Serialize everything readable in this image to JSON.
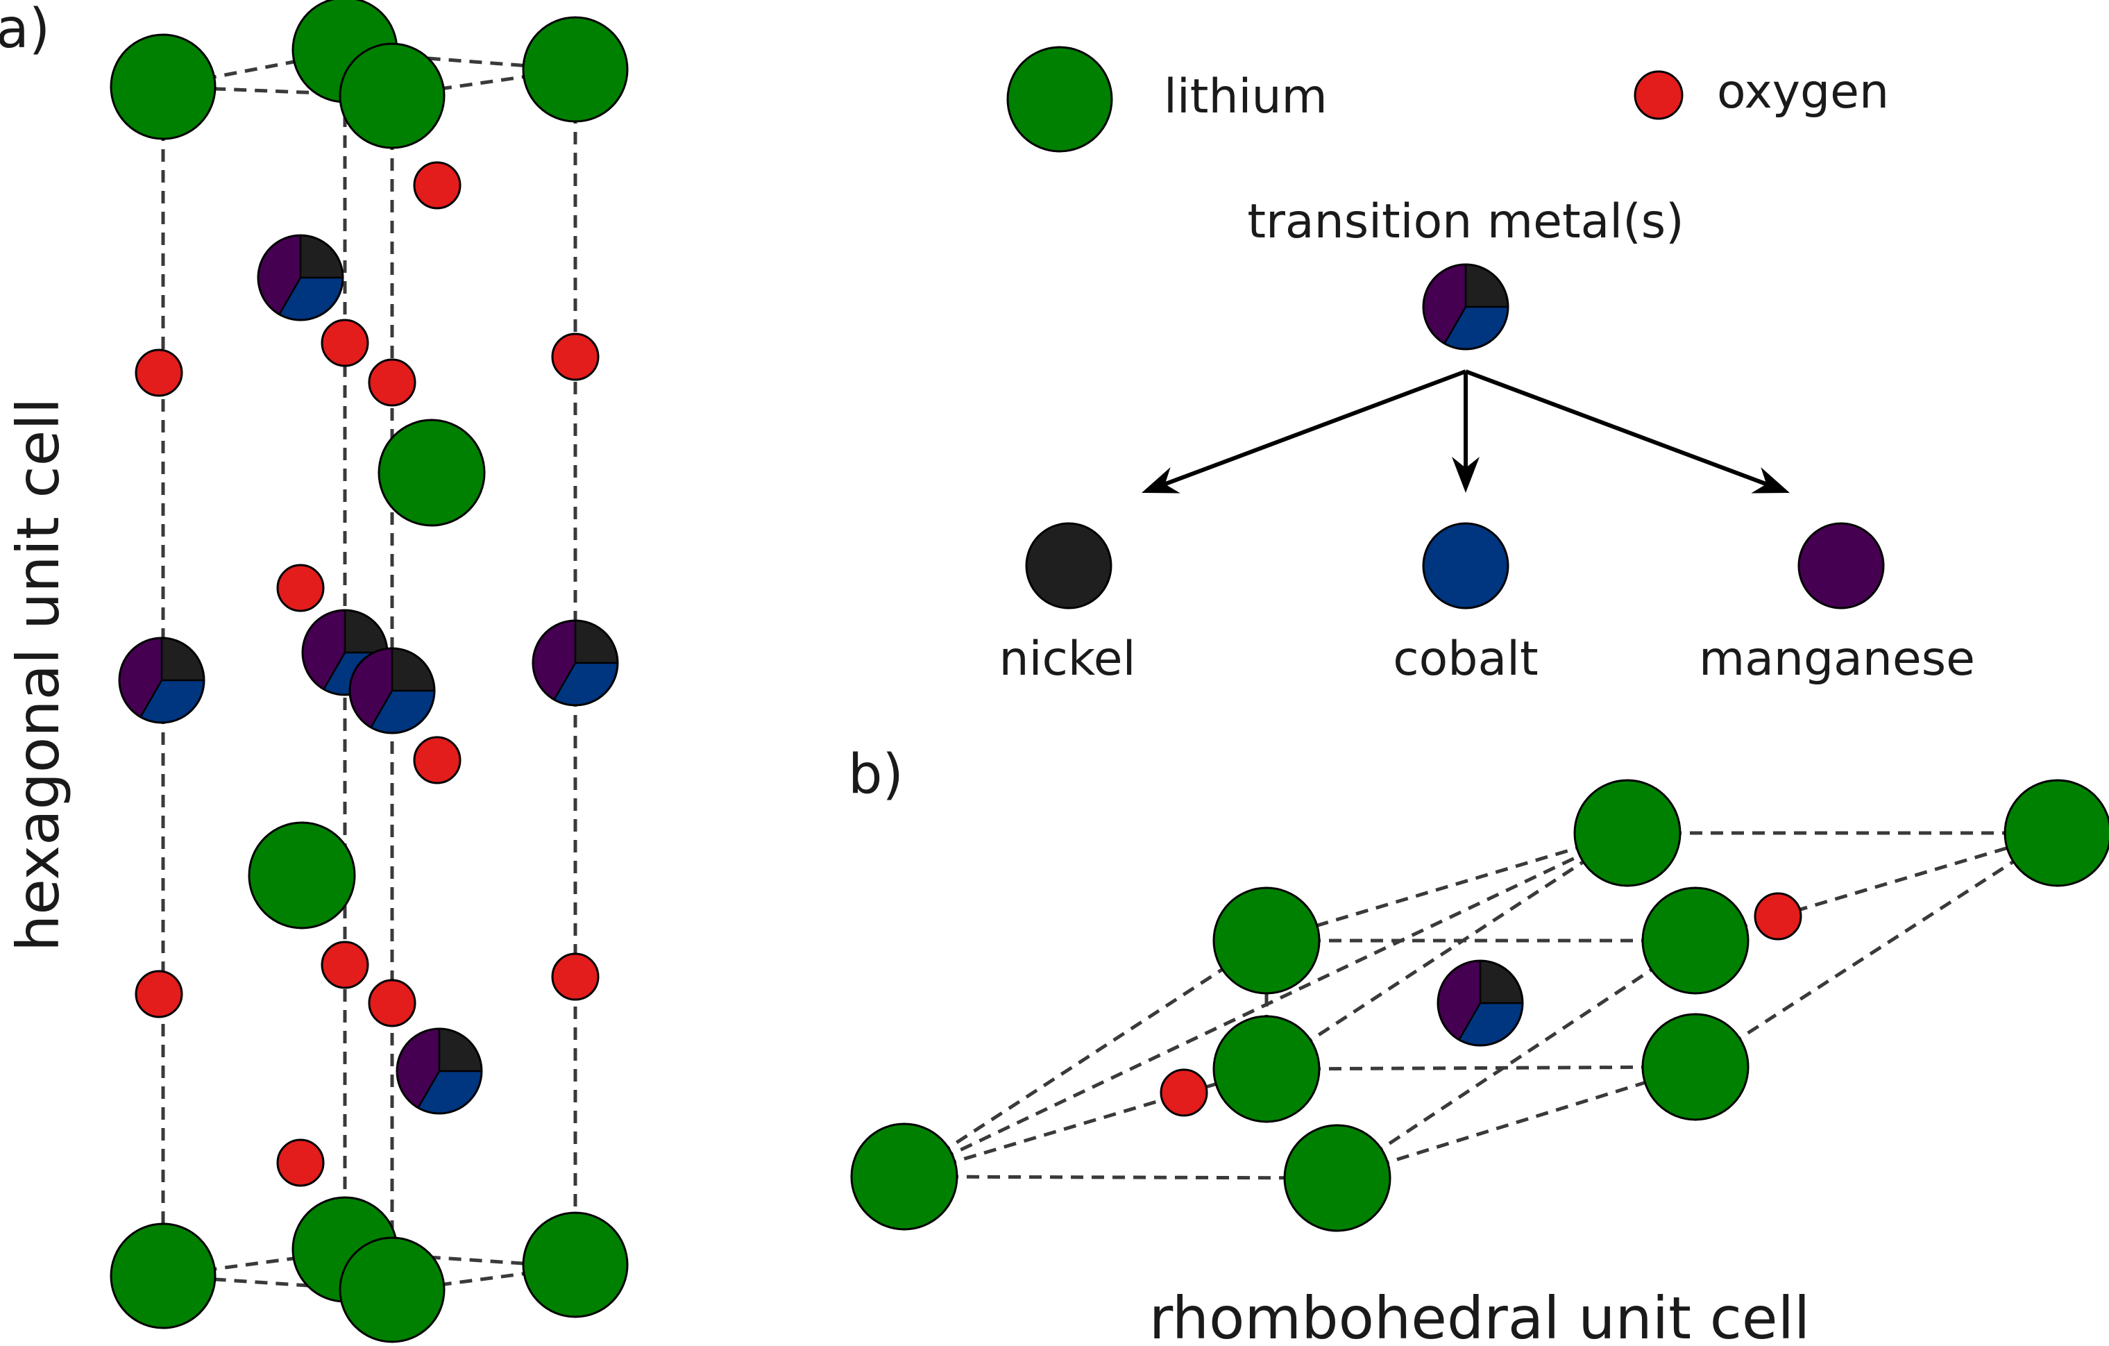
{
  "panels": {
    "a": "a)",
    "b": "b)"
  },
  "legend": {
    "lithium": "lithium",
    "oxygen": "oxygen",
    "transition_metal": "transition metal(s)",
    "nickel": "nickel",
    "cobalt": "cobalt",
    "manganese": "manganese"
  },
  "captions": {
    "hexagonal": "hexagonal unit cell",
    "rhombohedral": "rhombohedral unit cell"
  },
  "colors": {
    "lithium": "#008000",
    "oxygen": "#e31c1c",
    "nickel": "#1f1f1f",
    "cobalt": "#00357f",
    "manganese": "#460052",
    "outline": "#000000",
    "dashed_edge": "#3a3a3a"
  }
}
